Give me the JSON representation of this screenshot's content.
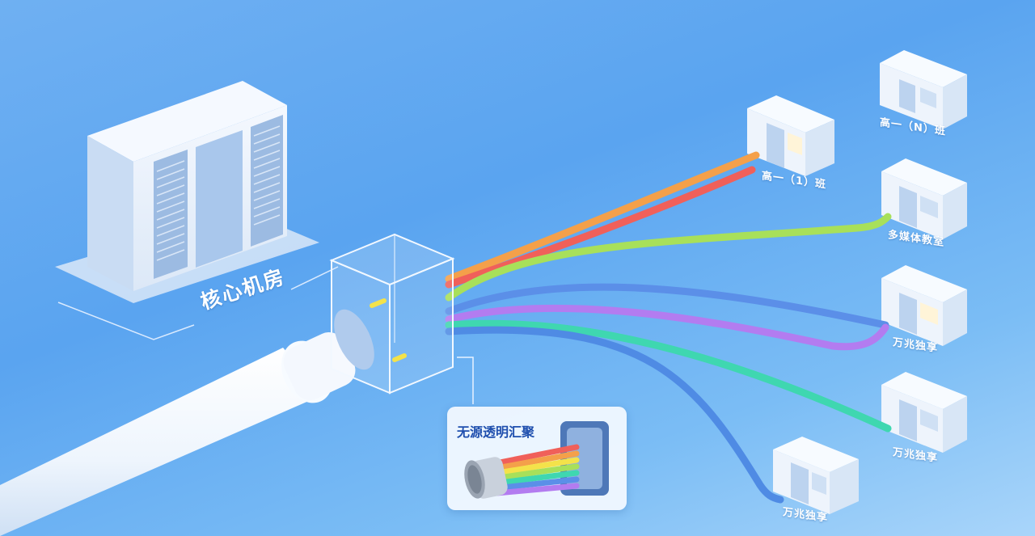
{
  "core_room": {
    "label": "核心机房"
  },
  "aggregation": {
    "label": "无源透明汇聚"
  },
  "rooms": [
    {
      "label": "高一（N）班"
    },
    {
      "label": "高一（1）班"
    },
    {
      "label": "多媒体教室"
    },
    {
      "label": "万兆独享"
    },
    {
      "label": "万兆独享"
    },
    {
      "label": "万兆独享"
    }
  ],
  "colors": {
    "background": "#5aa4f0",
    "fiber_orange": "#f4a04a",
    "fiber_red": "#f0605a",
    "fiber_green": "#a8e05a",
    "fiber_blue": "#5b8fe8",
    "fiber_purple": "#b37cf0",
    "fiber_teal": "#3fd7b0",
    "callout_title": "#1f4fae"
  }
}
